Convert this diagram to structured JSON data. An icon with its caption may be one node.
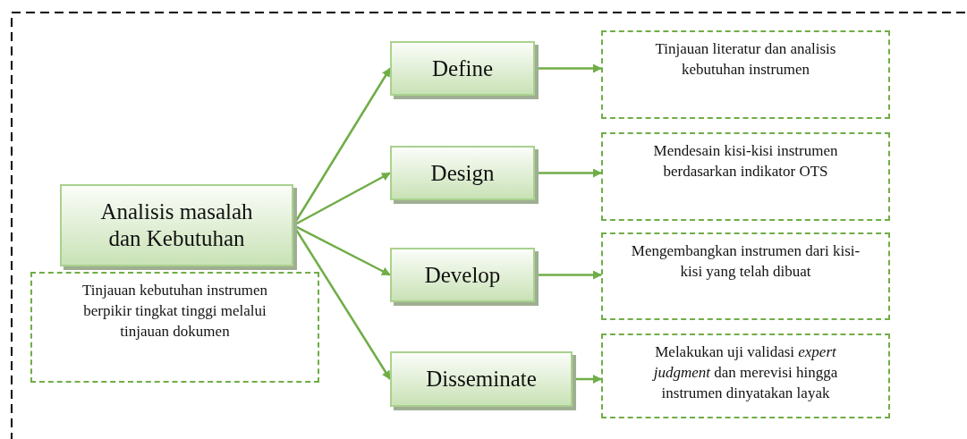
{
  "diagram": {
    "nodes": [
      {
        "text": [
          "Analisis masalah dan Kebutuhan"
        ]
      },
      {
        "text": [
          "Tinjauan kebutuhan instrumen berpikir tingkat tinggi melalui tinjauan dokumen"
        ]
      },
      {
        "text": [
          "Define"
        ]
      },
      {
        "text": [
          "Design"
        ]
      },
      {
        "text": [
          "Develop"
        ]
      },
      {
        "text": [
          "Disseminate"
        ]
      },
      {
        "text": [
          "Tinjauan literatur dan analisis kebutuhan instrumen"
        ]
      },
      {
        "text": [
          "Mendesain kisi-kisi instrumen berdasarkan indikator OTS"
        ]
      },
      {
        "text": [
          "Mengembangkan instrumen dari kisi-kisi yang telah dibuat"
        ]
      },
      {
        "text": [
          "Melakukan uji validasi *expert judgment* dan merevisi hingga instrumen dinyatakan layak"
        ]
      }
    ],
    "edges": [
      {
        "from": 0,
        "to": 2,
        "arrow": "to"
      },
      {
        "from": 0,
        "to": 3,
        "arrow": "to"
      },
      {
        "from": 0,
        "to": 4,
        "arrow": "to"
      },
      {
        "from": 0,
        "to": 5,
        "arrow": "to"
      },
      {
        "from": 2,
        "to": 6,
        "arrow": "to"
      },
      {
        "from": 3,
        "to": 7,
        "arrow": "to"
      },
      {
        "from": 4,
        "to": 8,
        "arrow": "to"
      },
      {
        "from": 5,
        "to": 9,
        "arrow": "to"
      }
    ]
  }
}
